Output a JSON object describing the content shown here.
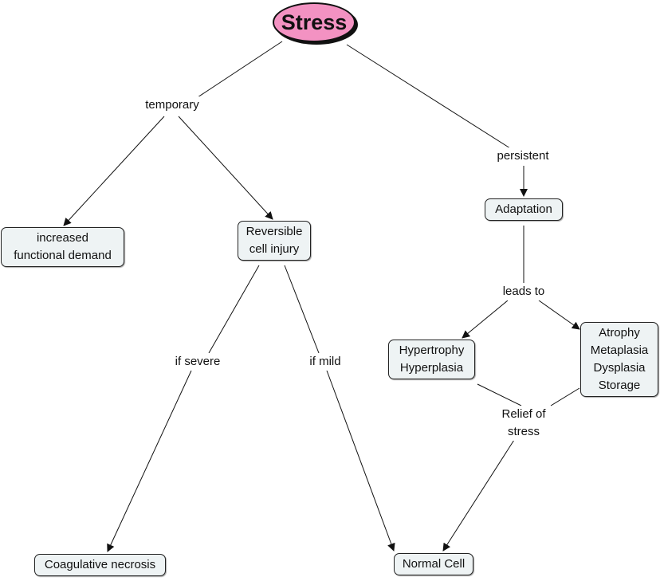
{
  "root": {
    "label": "Stress",
    "fill": "#f392c2"
  },
  "nodes": {
    "increased_functional_demand": {
      "lines": [
        "increased",
        "functional demand"
      ]
    },
    "reversible_cell_injury": {
      "lines": [
        "Reversible",
        "cell injury"
      ]
    },
    "adaptation": {
      "lines": [
        "Adaptation"
      ]
    },
    "hypertrophy_hyperplasia": {
      "lines": [
        "Hypertrophy",
        "Hyperplasia"
      ]
    },
    "atrophy_group": {
      "lines": [
        "Atrophy",
        "Metaplasia",
        "Dysplasia",
        "Storage"
      ]
    },
    "coagulative_necrosis": {
      "lines": [
        "Coagulative necrosis"
      ]
    },
    "normal_cell": {
      "lines": [
        "Normal Cell"
      ]
    }
  },
  "links": {
    "temporary": "temporary",
    "persistent": "persistent",
    "leads_to": "leads to",
    "if_severe": "if severe",
    "if_mild": "if mild",
    "relief_of_stress": [
      "Relief of",
      "stress"
    ]
  },
  "colors": {
    "node_fill": "#eef3f4",
    "line": "#111111"
  }
}
